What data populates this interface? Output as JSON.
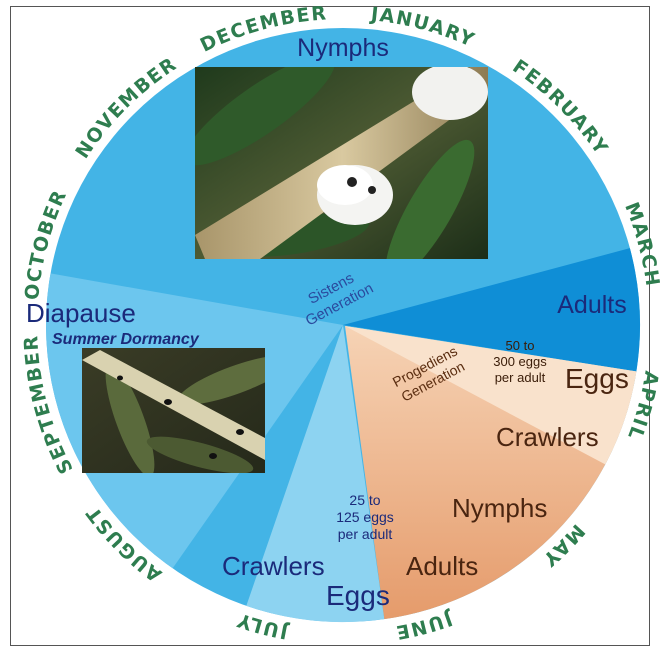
{
  "months": [
    "JANUARY",
    "FEBRUARY",
    "MARCH",
    "APRIL",
    "MAY",
    "JUNE",
    "JULY",
    "AUGUST",
    "SEPTEMBER",
    "OCTOBER",
    "NOVEMBER",
    "DECEMBER"
  ],
  "sistens": {
    "generation_label": [
      "Sistens",
      "Generation"
    ],
    "nymphs": "Nymphs",
    "adults": "Adults",
    "diapause": "Diapause",
    "summer_dormancy": "Summer Dormancy",
    "egg_note": [
      "25 to",
      "125 eggs",
      "per adult"
    ],
    "eggs": "Eggs",
    "crawlers": "Crawlers"
  },
  "progrediens": {
    "generation_label": [
      "Progediens",
      "Generation"
    ],
    "egg_note": [
      "50 to",
      "300 eggs",
      "per adult"
    ],
    "eggs": "Eggs",
    "crawlers": "Crawlers",
    "nymphs": "Nymphs",
    "adults": "Adults"
  },
  "colors": {
    "month_text": "#2e7d4f",
    "sistens_blue": "#43b4e6",
    "sistens_deep": "#0f8ed6",
    "progrediens_tan": "#eaa47a",
    "progrediens_light": "#f8dcc4",
    "label_navy": "#1b2a7a",
    "label_brown": "#4a2510"
  }
}
